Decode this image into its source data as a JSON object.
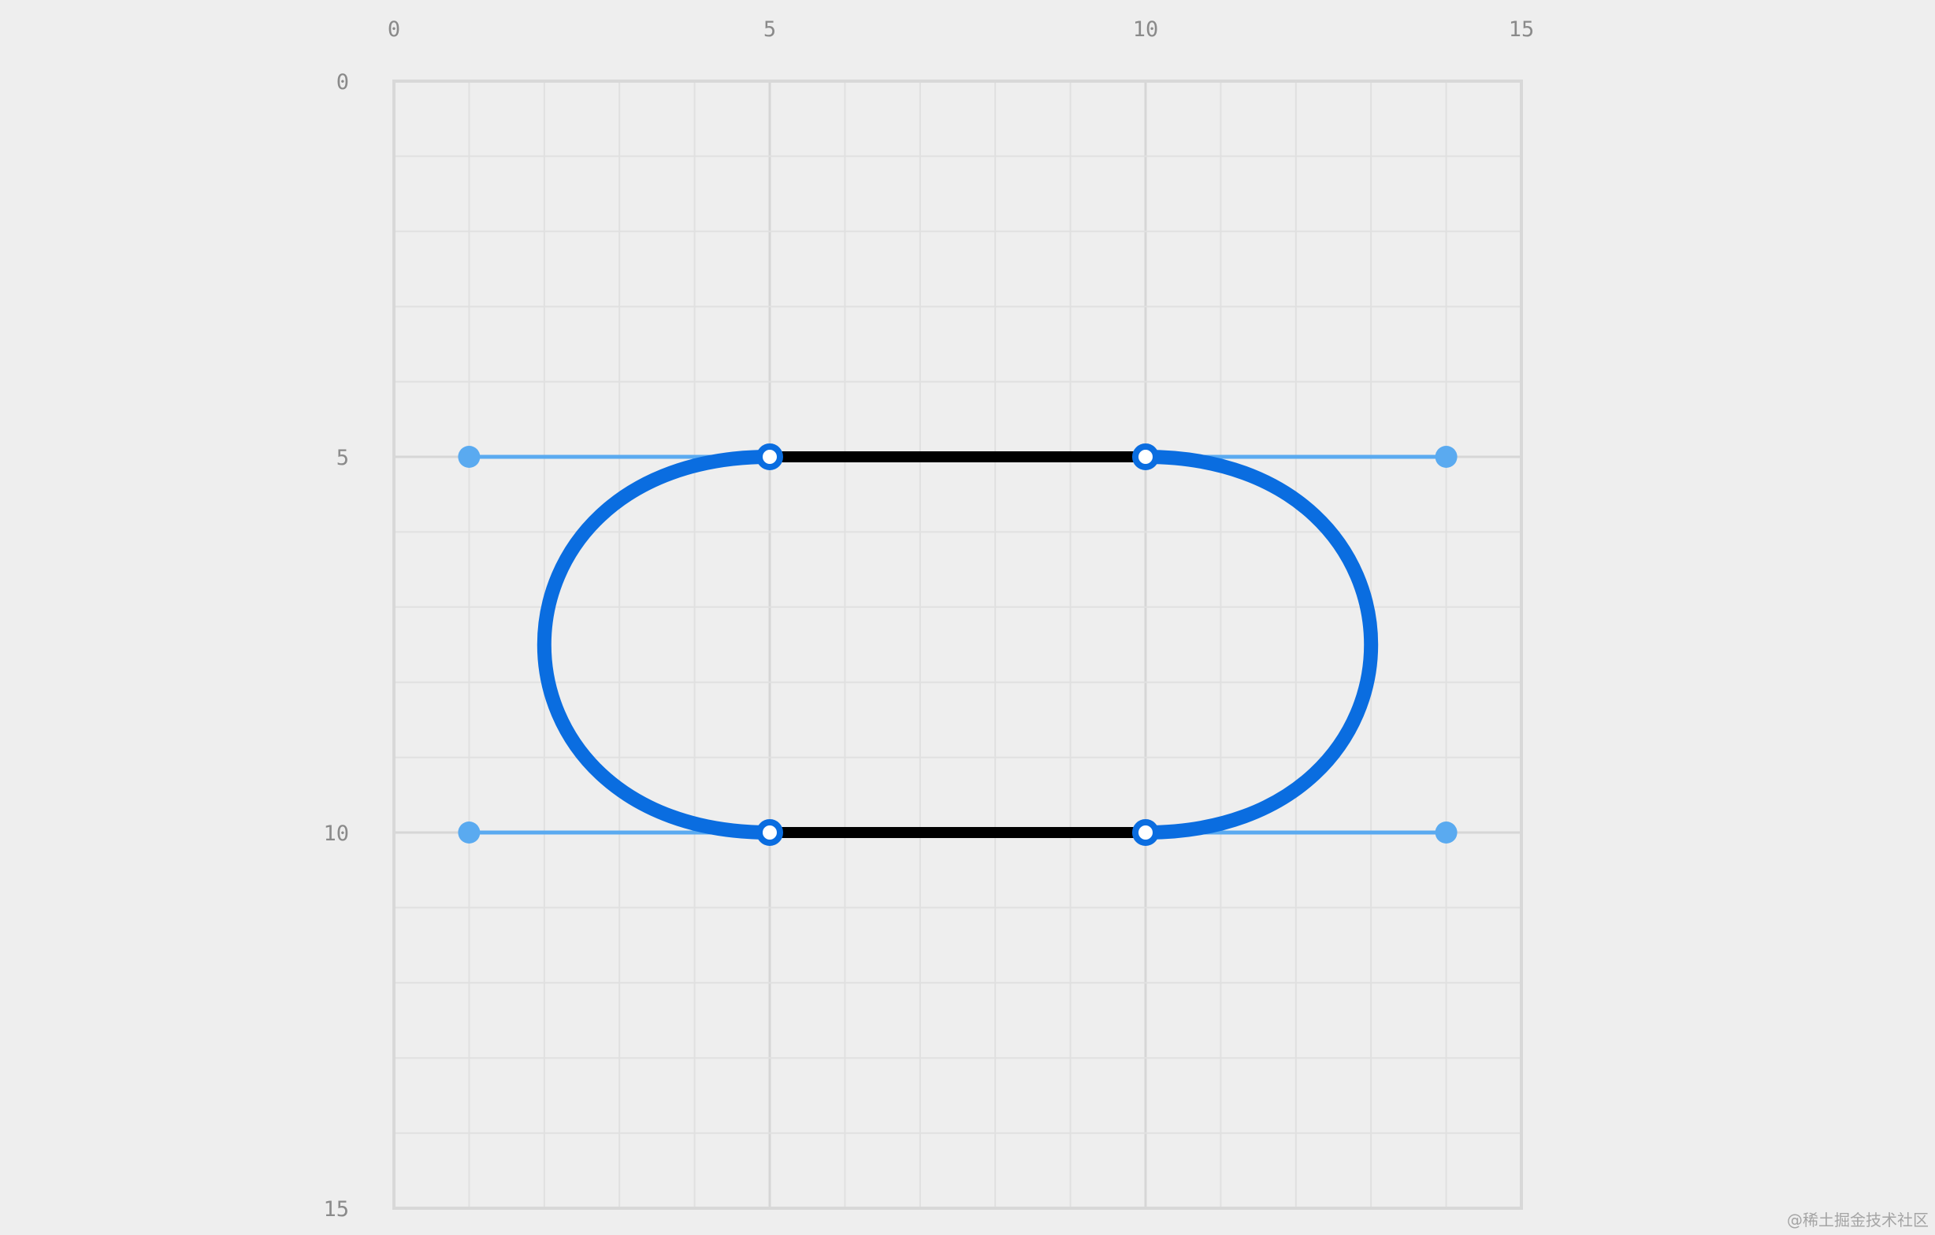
{
  "diagram": {
    "type": "bezier-path-editor",
    "x_ticks": [
      "0",
      "5",
      "10",
      "15"
    ],
    "y_ticks": [
      "0",
      "5",
      "10",
      "15"
    ],
    "x_range": [
      0,
      15
    ],
    "y_range": [
      0,
      15
    ],
    "grid_step": 1,
    "major_grid_step": 5,
    "y_axis_direction": "down",
    "anchors": [
      {
        "x": 5,
        "y": 5
      },
      {
        "x": 10,
        "y": 5
      },
      {
        "x": 10,
        "y": 10
      },
      {
        "x": 5,
        "y": 10
      }
    ],
    "handles": [
      {
        "x": 14,
        "y": 5,
        "anchor": 1
      },
      {
        "x": 14,
        "y": 10,
        "anchor": 2
      },
      {
        "x": 1,
        "y": 10,
        "anchor": 3
      },
      {
        "x": 1,
        "y": 5,
        "anchor": 0
      }
    ],
    "straight_segments": [
      {
        "from": [
          5,
          5
        ],
        "to": [
          10,
          5
        ]
      },
      {
        "from": [
          5,
          10
        ],
        "to": [
          10,
          10
        ]
      }
    ],
    "curve_segments": [
      {
        "from": [
          10,
          5
        ],
        "c1": [
          14,
          5
        ],
        "c2": [
          14,
          10
        ],
        "to": [
          10,
          10
        ]
      },
      {
        "from": [
          5,
          10
        ],
        "c1": [
          1,
          10
        ],
        "c2": [
          1,
          5
        ],
        "to": [
          5,
          5
        ]
      }
    ],
    "colors": {
      "background": "#eeeeee",
      "grid_minor": "#e0e0e0",
      "grid_major": "#d6d6d6",
      "frame": "#d8d8d8",
      "curve": "#0a6de0",
      "handle": "#5aaaf0",
      "straight": "#000000",
      "anchor_fill": "#ffffff",
      "tick_label": "#8a8a8a"
    }
  },
  "watermark": "@稀土掘金技术社区"
}
